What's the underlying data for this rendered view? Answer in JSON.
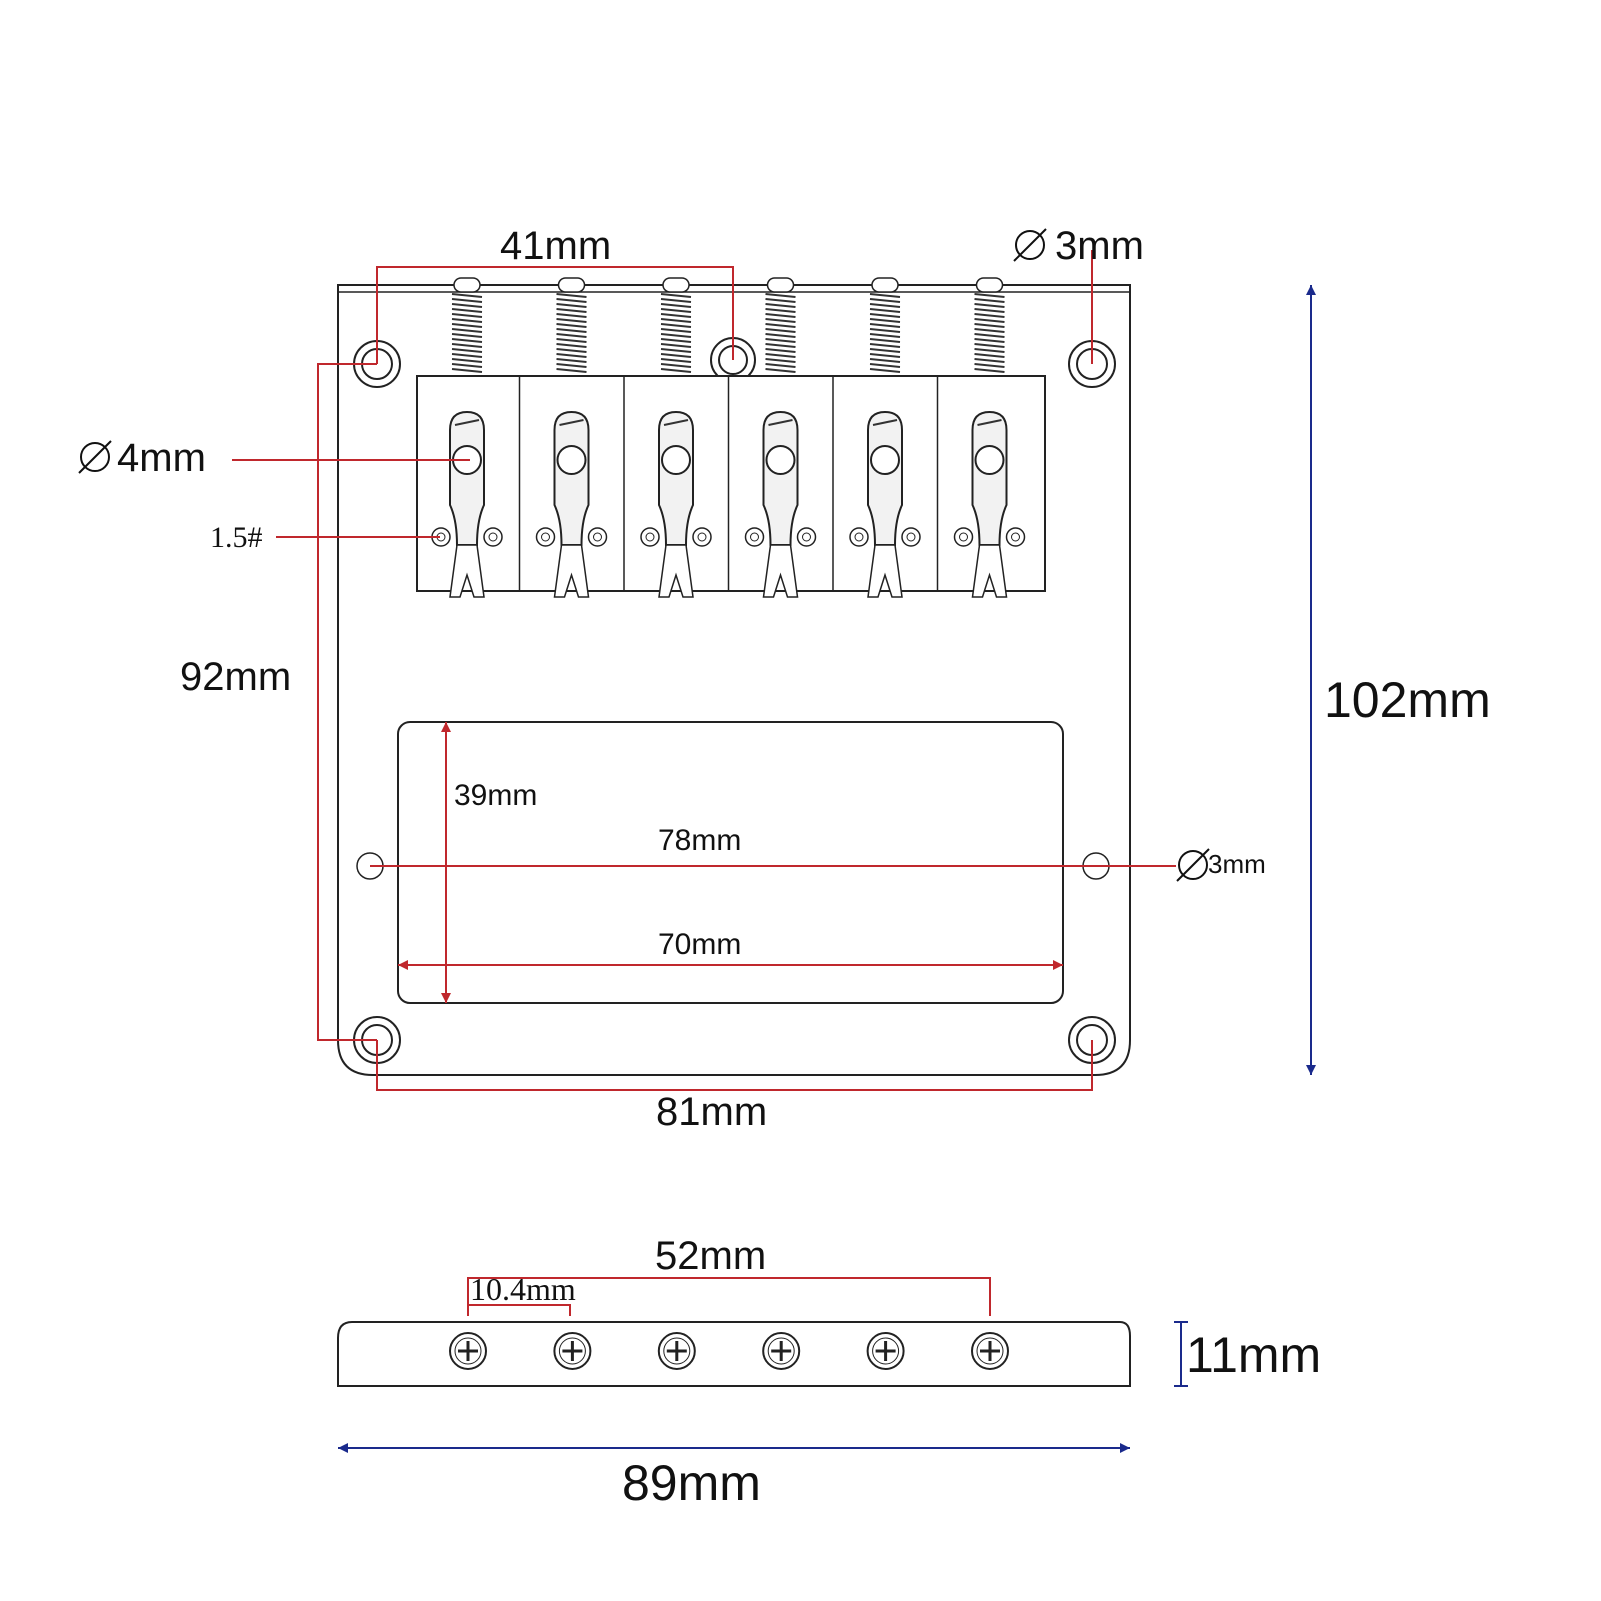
{
  "dimensions": {
    "spacing_41": "41mm",
    "hole_top_right": "3mm",
    "hole_4": "4mm",
    "hex_1_5": "1.5#",
    "height_92": "92mm",
    "height_102": "102mm",
    "pickup_39": "39mm",
    "mount_78": "78mm",
    "hole_side_right": "3mm",
    "pickup_70": "70mm",
    "mount_81": "81mm",
    "saddle_52": "52mm",
    "saddle_10_4": "10.4mm",
    "side_11": "11mm",
    "width_89": "89mm"
  },
  "icons": {
    "diameter": "diameter-icon",
    "screw": "phillips-screw-icon"
  },
  "colors": {
    "dimension_red": "#c0282d",
    "dimension_blue": "#1a2a8c",
    "outline": "#222222"
  }
}
